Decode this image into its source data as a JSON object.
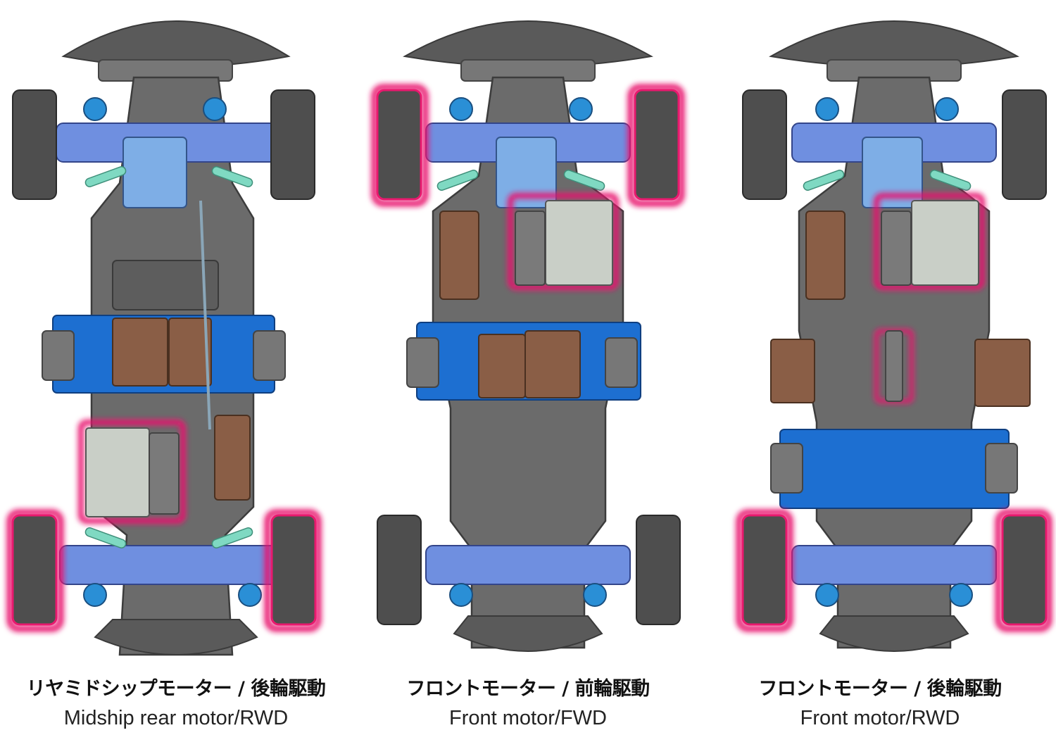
{
  "colors": {
    "chassis": "#6b6b6b",
    "chassis_dark": "#4a4a4a",
    "bumper": "#5a5a5a",
    "tire": "#4e4e4e",
    "highlight": "#e8196e",
    "suspension_blue": "#6f8fe0",
    "suspension_light": "#6cc4e8",
    "shock": "#2a8fd6",
    "bulkhead": "#7eaee6",
    "battery_blue": "#1d6fd1",
    "esc_brown": "#8a5e46",
    "motor_gray": "#c9cfc7",
    "link_green": "#7fd9c2"
  },
  "layouts": [
    {
      "caption_jp": "リヤミドシップモーター / 後輪駆動",
      "caption_en": "Midship rear motor/RWD",
      "highlight": "rear-wheels",
      "motor": "rear",
      "battery": "mid"
    },
    {
      "caption_jp": "フロントモーター / 前輪駆動",
      "caption_en": "Front motor/FWD",
      "highlight": "front-wheels",
      "motor": "front",
      "battery": "mid"
    },
    {
      "caption_jp": "フロントモーター / 後輪駆動",
      "caption_en": "Front motor/RWD",
      "highlight": "rear-wheels",
      "motor": "front",
      "battery": "rear"
    }
  ]
}
